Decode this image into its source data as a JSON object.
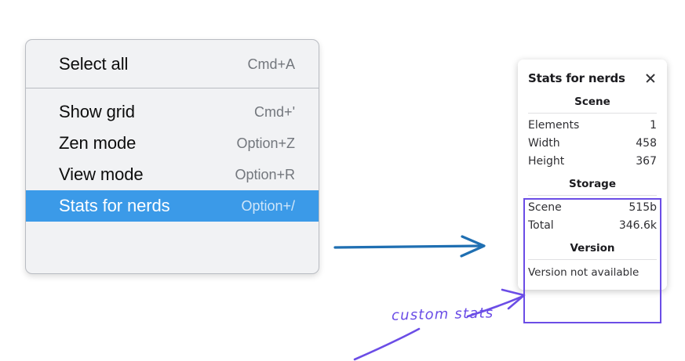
{
  "colors": {
    "menu_background": "#f1f2f4",
    "menu_border": "#b9bcc2",
    "menu_selected": "#3b9ae8",
    "annotation_purple": "#6b4de6",
    "arrow_blue": "#1f6fb2",
    "panel_background": "#ffffff"
  },
  "context_menu": {
    "groups": [
      {
        "items": [
          {
            "label": "Select all",
            "shortcut": "Cmd+A",
            "selected": false
          }
        ]
      },
      {
        "items": [
          {
            "label": "Show grid",
            "shortcut": "Cmd+'",
            "selected": false
          },
          {
            "label": "Zen mode",
            "shortcut": "Option+Z",
            "selected": false
          },
          {
            "label": "View mode",
            "shortcut": "Option+R",
            "selected": false
          },
          {
            "label": "Stats for nerds",
            "shortcut": "Option+/",
            "selected": true
          }
        ]
      }
    ]
  },
  "stats_panel": {
    "title": "Stats for nerds",
    "close_icon": "close-icon",
    "sections": [
      {
        "title": "Scene",
        "rows": [
          {
            "key": "Elements",
            "value": "1"
          },
          {
            "key": "Width",
            "value": "458"
          },
          {
            "key": "Height",
            "value": "367"
          }
        ]
      },
      {
        "title": "Storage",
        "rows": [
          {
            "key": "Scene",
            "value": "515b"
          },
          {
            "key": "Total",
            "value": "346.6k"
          }
        ]
      },
      {
        "title": "Version",
        "note": "Version not available",
        "rows": []
      }
    ]
  },
  "annotations": {
    "callout_text": "custom stats",
    "blue_arrow": "arrow pointing right from menu to stats panel",
    "purple_arrow": "arrow pointing to storage and version section"
  }
}
